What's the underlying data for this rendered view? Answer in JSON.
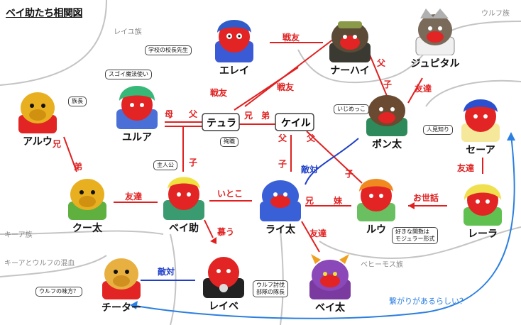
{
  "title": "ベイ助たち相関図",
  "regions": {
    "reyu": "レイユ族",
    "wolf": "ウルフ族",
    "kia": "キーア族",
    "kia_wolf": "キーアとウルフの混血",
    "behemoth": "ベヒーモス族"
  },
  "characters": {
    "erei": "エレイ",
    "nahai": "ナーハイ",
    "jupital": "ジュピタル",
    "aruu": "アルウ",
    "yurua": "ユルア",
    "tera": "テュラ",
    "keiru": "ケイル",
    "ponta": "ポン太",
    "sea": "セーア",
    "kuta": "クー太",
    "beisuke": "ベイ助",
    "raita": "ライ太",
    "ruu": "ルウ",
    "rera": "レーラ",
    "chita": "チーター",
    "reibe": "レイベ",
    "beita": "ベイ太"
  },
  "notes": {
    "erei": "学校の校長先生",
    "yurua": "スゴイ魔法使い",
    "aruu": "族長",
    "tera": "殉職",
    "ponta": "いじめっこ",
    "sea": "人見知り",
    "beisuke": "主人公",
    "ruu_l1": "好きな関数は",
    "ruu_l2": "モジュラー形式",
    "chita": "ウルフの味方？",
    "reibe_l1": "ウルフ討伐",
    "reibe_l2": "部隊の隊長"
  },
  "relations": {
    "friend": "戦友",
    "brother": "兄",
    "younger": "弟",
    "father": "父",
    "mother": "母",
    "child": "子",
    "buddy": "友達",
    "cousin": "いとこ",
    "sister": "妹",
    "care": "お世話",
    "rival": "敵対",
    "envy": "慕う"
  },
  "hint": "繋がりがあるらしい？",
  "colors": {
    "relation": "#e02020",
    "rival": "#1e3fc8",
    "hint": "#2b7fe0",
    "region": "#b8b8b8"
  }
}
